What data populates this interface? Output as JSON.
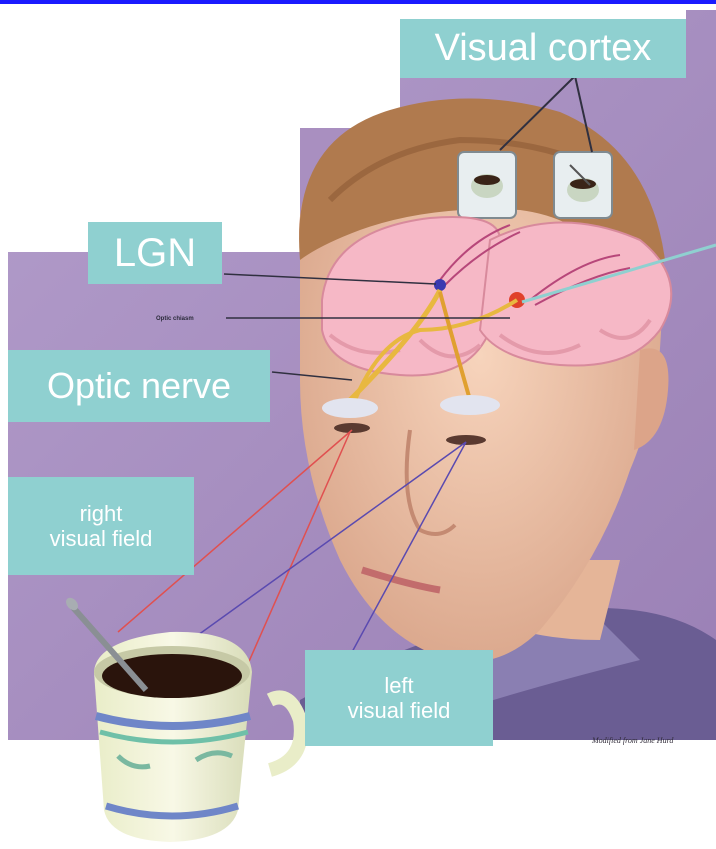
{
  "colors": {
    "top_border": "#1a1aff",
    "background_purple": "#a98fc0",
    "label_box": "#8fd0d0",
    "label_text": "#ffffff",
    "hair": "#b07a4e",
    "skin": "#f0c4a8",
    "brain": "#f6b8c6",
    "red_ray": "#e05050",
    "blue_ray": "#5a4ab0",
    "pointer_line": "#303040",
    "shirt": "#6a5d93"
  },
  "labels": {
    "visual_cortex": "Visual cortex",
    "lgn": "LGN",
    "optic_chiasm": "Optic chiasm",
    "optic_nerve": "Optic nerve",
    "right_visual_field": [
      "right",
      "visual field"
    ],
    "left_visual_field": [
      "left",
      "visual field"
    ],
    "credit": "Modified from Jane Hurd"
  },
  "icons": [
    "coffee-mug-icon",
    "spoon-icon"
  ]
}
